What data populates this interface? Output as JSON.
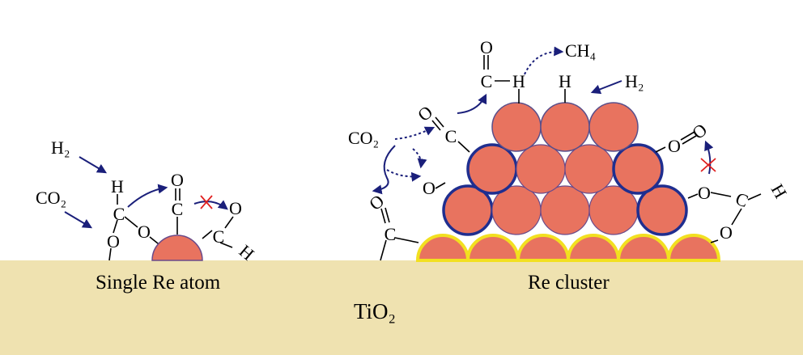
{
  "substrate": {
    "label": "TiO₂",
    "color": "#efe2b0"
  },
  "left_panel": {
    "caption": "Single Re atom",
    "h2_label": "H₂",
    "co2_label": "CO₂",
    "atoms": {
      "h": "H",
      "c": "C",
      "o": "O"
    }
  },
  "right_panel": {
    "caption": "Re cluster",
    "co2_label": "CO₂",
    "h2_label": "H₂",
    "product_label": "CH₄",
    "atoms": {
      "h": "H",
      "c": "C",
      "o": "O"
    }
  },
  "colors": {
    "re_atom": "#e8735f",
    "re_atom_outline": "#6a4a8a",
    "cluster_top_outline": "#5a4f8a",
    "cluster_middle_outline": "#1f2e8f",
    "cluster_bottom_outline": "#f2e020",
    "arrow": "#1a1f7a",
    "blocked_mark": "#e02020",
    "bond": "#000000"
  },
  "icons": {
    "blocked": "red-cross-icon",
    "arrow": "curved-arrow-icon"
  }
}
